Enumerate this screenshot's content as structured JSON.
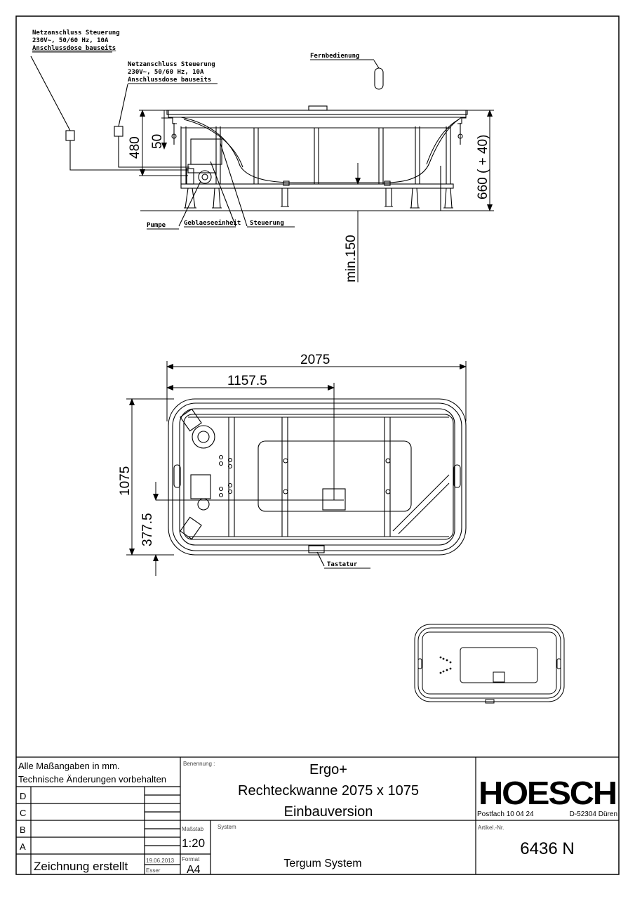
{
  "notes": {
    "power_1_l1": "Netzanschluss Steuerung",
    "power_1_l2": "230V~, 50/60 Hz, 10A",
    "power_1_l3": "Anschlussdose bauseits",
    "power_2_l1": "Netzanschluss Steuerung",
    "power_2_l2": "230V~, 50/60 Hz, 10A",
    "power_2_l3": "Anschlussdose bauseits",
    "remote": "Fernbedienung",
    "pump": "Pumpe",
    "blower": "Geblaeseeinheit",
    "control": "Steuerung",
    "keypad": "Tastatur"
  },
  "dimensions": {
    "d480": "480",
    "d50": "50",
    "d660": "660 ( + 40)",
    "dmin150": "min.150",
    "d2075": "2075",
    "d1157": "1157.5",
    "d1075": "1075",
    "d377": "377.5"
  },
  "title_block": {
    "units_note": "Alle Maßangaben in mm.",
    "changes_note": "Technische Änderungen vorbehalten",
    "rev_d": "D",
    "rev_c": "C",
    "rev_b": "B",
    "rev_a": "A",
    "created_label": "Zeichnung erstellt",
    "created_date": "19.06.2013",
    "created_by": "Esser",
    "designation_label": "Benennung :",
    "product_name": "Ergo+",
    "product_line2": "Rechteckwanne 2075 x 1075",
    "product_line3": "Einbauversion",
    "scale_label": "Maßstab",
    "scale_value": "1:20",
    "format_label": "Format",
    "format_value": "A4",
    "system_label": "System",
    "system_value": "Tergum System",
    "logo": "HOESCH",
    "address_box": "Postfach 10 04 24",
    "address_city": "D-52304 Düren",
    "article_label": "Artikel.-Nr.",
    "article_value": "6436 N"
  }
}
